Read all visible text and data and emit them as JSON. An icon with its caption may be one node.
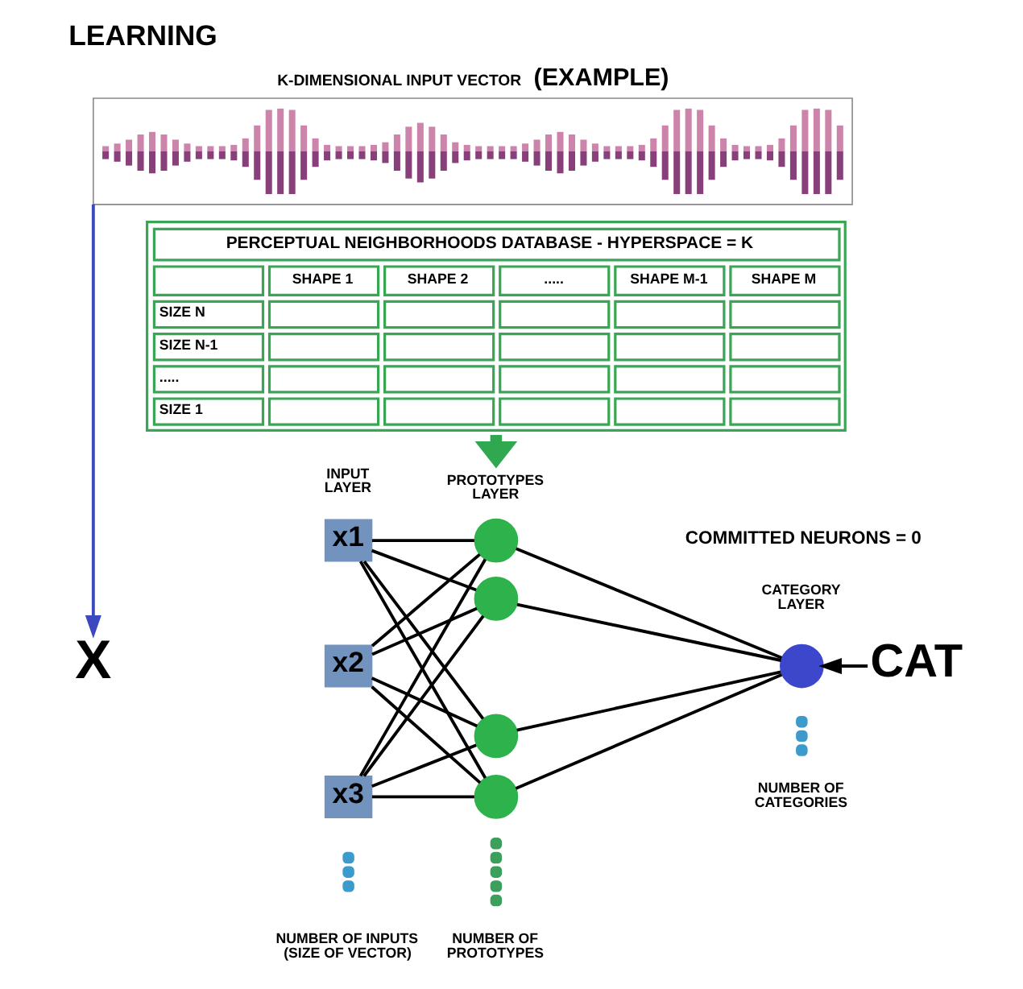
{
  "diagram": {
    "title": "LEARNING",
    "nodes": [
      {
        "text": [
          "K-DIMENSIONAL INPUT VECTOR",
          "(EXAMPLE)"
        ]
      },
      {
        "text": [
          "PERCEPTUAL NEIGHBORHOODS DATABASE - HYPERSPACE = K",
          "SHAPE 1",
          "SHAPE 2",
          ".....",
          "SHAPE M-1",
          "SHAPE M",
          "SIZE N",
          "SIZE N-1",
          ".....",
          "SIZE 1"
        ]
      },
      {
        "text": [
          "PROTOTYPES LAYER"
        ]
      },
      {
        "text": [
          "X"
        ]
      },
      {
        "text": [
          "x1"
        ]
      },
      {
        "text": [
          "x2"
        ]
      },
      {
        "text": [
          "x3"
        ]
      },
      {
        "text": [],
        "shape": "circle"
      },
      {
        "text": [],
        "shape": "circle"
      },
      {
        "text": [],
        "shape": "circle"
      },
      {
        "text": [],
        "shape": "circle"
      },
      {
        "text": [],
        "shape": "circle"
      },
      {
        "text": [
          "CAT"
        ]
      }
    ],
    "edges": [
      {
        "from": 0,
        "to": 3,
        "arrow": "to",
        "color": "#3b48c0"
      },
      {
        "from": 1,
        "to": 2,
        "arrow": "to",
        "style": "thick",
        "color": "#2fa84f"
      },
      {
        "from": 4,
        "to": 7,
        "arrow": "none"
      },
      {
        "from": 4,
        "to": 8,
        "arrow": "none"
      },
      {
        "from": 4,
        "to": 9,
        "arrow": "none"
      },
      {
        "from": 4,
        "to": 10,
        "arrow": "none"
      },
      {
        "from": 5,
        "to": 7,
        "arrow": "none"
      },
      {
        "from": 5,
        "to": 8,
        "arrow": "none"
      },
      {
        "from": 5,
        "to": 9,
        "arrow": "none"
      },
      {
        "from": 5,
        "to": 10,
        "arrow": "none"
      },
      {
        "from": 6,
        "to": 7,
        "arrow": "none"
      },
      {
        "from": 6,
        "to": 8,
        "arrow": "none"
      },
      {
        "from": 6,
        "to": 9,
        "arrow": "none"
      },
      {
        "from": 6,
        "to": 10,
        "arrow": "none"
      },
      {
        "from": 7,
        "to": 11,
        "arrow": "none"
      },
      {
        "from": 8,
        "to": 11,
        "arrow": "none"
      },
      {
        "from": 9,
        "to": 11,
        "arrow": "none"
      },
      {
        "from": 10,
        "to": 11,
        "arrow": "none"
      },
      {
        "from": 12,
        "to": 11,
        "arrow": "to"
      }
    ],
    "labels": [
      "INPUT LAYER",
      "COMMITTED NEURONS = 0",
      "CATEGORY LAYER",
      "NUMBER OF CATEGORIES",
      "NUMBER OF INPUTS (SIZE OF VECTOR)",
      "NUMBER OF PROTOTYPES"
    ]
  }
}
